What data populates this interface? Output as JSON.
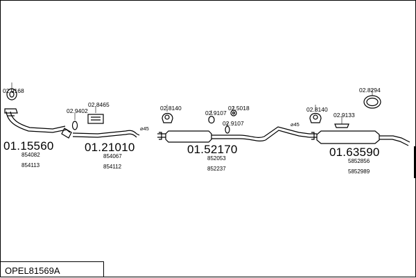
{
  "diagram": {
    "code": "OPEL81569A",
    "groups": [
      {
        "id": "01.15560",
        "refs": [
          "854082",
          "854113"
        ]
      },
      {
        "id": "01.21010",
        "refs": [
          "854067",
          "854112"
        ]
      },
      {
        "id": "01.52170",
        "refs": [
          "852053",
          "852237"
        ]
      },
      {
        "id": "01.63590",
        "refs": [
          "5852856",
          "5852989"
        ]
      }
    ],
    "parts": {
      "p9168": "02.9168",
      "p9402": "02.9402",
      "p8465": "02.8465",
      "p8140a": "02.8140",
      "p9107a": "02.9107",
      "p5018": "02.5018",
      "p9107b": "02.9107",
      "p8140b": "02.8140",
      "p9133": "02.9133",
      "p8294": "02.8294"
    },
    "angles": {
      "a1": "45",
      "a2": "45"
    }
  }
}
